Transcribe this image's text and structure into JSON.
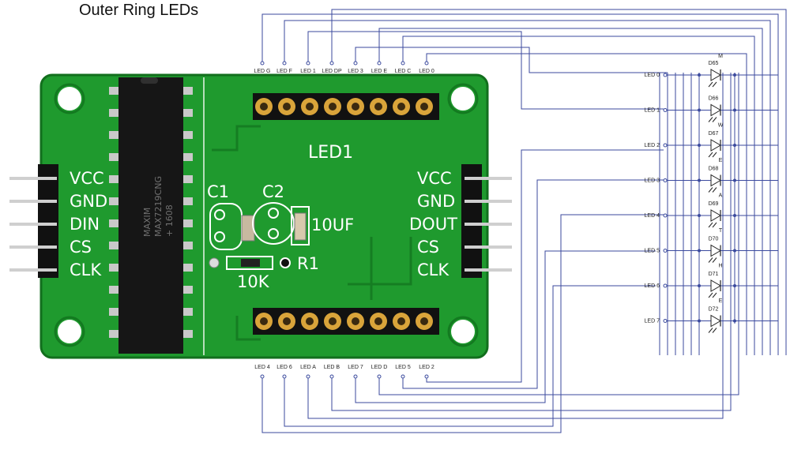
{
  "title": "Outer Ring LEDs",
  "board": {
    "left_pins": [
      "VCC",
      "GND",
      "DIN",
      "CS",
      "CLK"
    ],
    "right_pins": [
      "VCC",
      "GND",
      "DOUT",
      "CS",
      "CLK"
    ],
    "module_label": "LED1",
    "c1": "C1",
    "c2": "C2",
    "cap_value": "10UF",
    "r1": "R1",
    "res_value": "10K",
    "chip_line1": "MAXIM",
    "chip_line2": "MAX7219CNG",
    "chip_line3": "+ 1608"
  },
  "top_header_labels": [
    "LED G",
    "LED F",
    "LED 1",
    "LED DP",
    "LED 3",
    "LED E",
    "LED C",
    "LED 0"
  ],
  "bottom_header_labels": [
    "LED 4",
    "LED 6",
    "LED A",
    "LED B",
    "LED 7",
    "LED D",
    "LED 5",
    "LED 2"
  ],
  "leds": [
    {
      "ref": "D65",
      "net": "LED 0",
      "seg": "M"
    },
    {
      "ref": "D66",
      "net": "LED 1",
      "seg": "W"
    },
    {
      "ref": "D67",
      "net": "LED 2",
      "seg": "E"
    },
    {
      "ref": "D68",
      "net": "LED 3",
      "seg": "A"
    },
    {
      "ref": "D69",
      "net": "LED 4",
      "seg": "T"
    },
    {
      "ref": "D70",
      "net": "LED 5",
      "seg": "H"
    },
    {
      "ref": "D71",
      "net": "LED 6",
      "seg": "E"
    },
    {
      "ref": "D72",
      "net": "LED 7",
      "seg": ""
    }
  ],
  "colors": {
    "pcb": "#1f9a2e",
    "pcb_dark": "#137a20",
    "wire": "#3b4a9e",
    "silk": "#ffffff",
    "chip": "#161616"
  }
}
